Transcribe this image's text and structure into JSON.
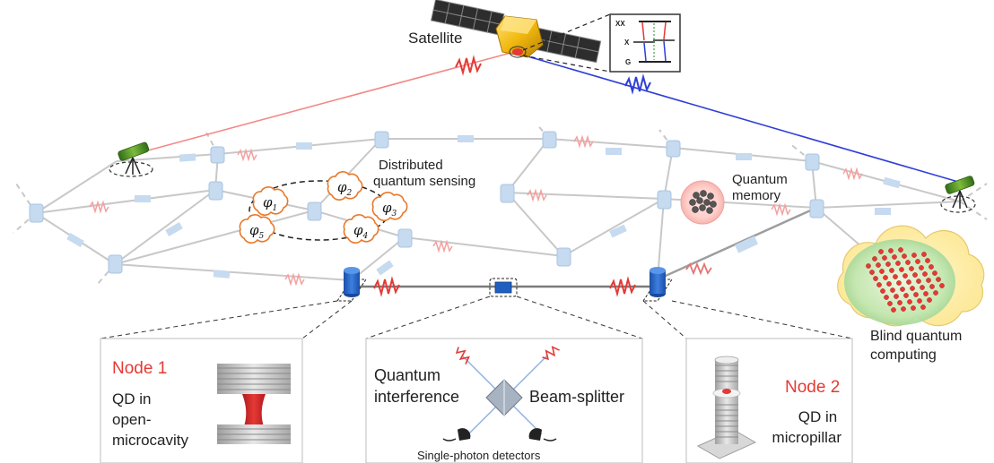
{
  "diagram": {
    "satellite": {
      "label": "Satellite",
      "levels": {
        "top": "XX",
        "mid": "X",
        "bottom": "G"
      }
    },
    "sensing": {
      "label": "Distributed\nquantum sensing",
      "phases": [
        {
          "sym": "φ",
          "sub": "1"
        },
        {
          "sym": "φ",
          "sub": "2"
        },
        {
          "sym": "φ",
          "sub": "3"
        },
        {
          "sym": "φ",
          "sub": "4"
        },
        {
          "sym": "φ",
          "sub": "5"
        }
      ]
    },
    "memory": {
      "label": "Quantum\nmemory"
    },
    "blind": {
      "label": "Blind quantum\ncomputing"
    },
    "node1": {
      "title": "Node 1",
      "desc": "QD in\nopen-\nmicrocavity"
    },
    "interference": {
      "left_label": "Quantum\ninterference",
      "right_label": "Beam-splitter",
      "bottom_label": "Single-photon detectors"
    },
    "node2": {
      "title": "Node 2",
      "desc": "QD in\nmicropillar"
    },
    "colors": {
      "red_photon": "#e53935",
      "blue_photon": "#2f3fd8",
      "fiber": "#c8c8c8",
      "node_blue": "#1f5fbf",
      "faint_blue": "#c6daf0",
      "label_red": "#e53935"
    }
  }
}
